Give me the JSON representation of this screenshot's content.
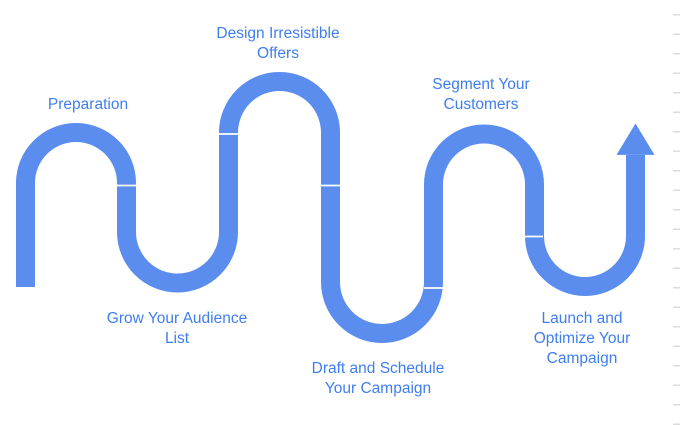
{
  "colors": {
    "background": "#ffffff",
    "path-blue": "#5a8dee",
    "label-blue": "#3f7ef0",
    "divider-white": "#ffffff",
    "edge-dash-gray": "#dcdcdc"
  },
  "diagram": {
    "kind": "snake-process-flow",
    "end_marker": "up-arrow",
    "steps": [
      {
        "id": "preparation",
        "label": "Preparation",
        "lines": [
          "Preparation"
        ],
        "label_side": "top"
      },
      {
        "id": "grow-audience-list",
        "label": "Grow Your Audience List",
        "lines": [
          "Grow Your Audience",
          "List"
        ],
        "label_side": "bottom"
      },
      {
        "id": "design-offers",
        "label": "Design Irresistible Offers",
        "lines": [
          "Design Irresistible",
          "Offers"
        ],
        "label_side": "top"
      },
      {
        "id": "draft-schedule-campaign",
        "label": "Draft and Schedule Your Campaign",
        "lines": [
          "Draft and Schedule",
          "Your Campaign"
        ],
        "label_side": "bottom"
      },
      {
        "id": "segment-customers",
        "label": "Segment Your Customers",
        "lines": [
          "Segment Your",
          "Customers"
        ],
        "label_side": "top"
      },
      {
        "id": "launch-optimize",
        "label": "Launch and Optimize Your Campaign",
        "lines": [
          "Launch and",
          "Optimize Your",
          "Campaign"
        ],
        "label_side": "bottom"
      }
    ]
  }
}
